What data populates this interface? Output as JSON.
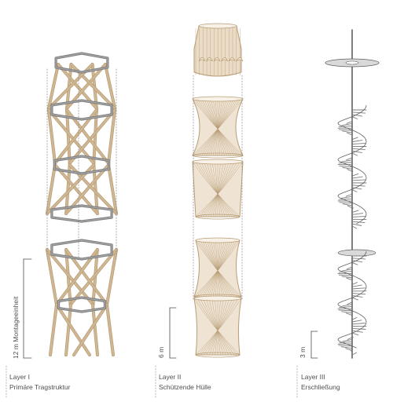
{
  "colors": {
    "timber": "#cfb794",
    "timber_dark": "#b89c75",
    "steel": "#7d7d7d",
    "steel_dark": "#5f5f5f",
    "ink": "#4f4f4f",
    "guide": "#8a8a8a"
  },
  "layers": [
    {
      "name": "Layer I",
      "subtitle": "Primäre Tragstruktur",
      "scale_label": "12 m Montageeinheit"
    },
    {
      "name": "Layer II",
      "subtitle": "Schützende Hülle",
      "scale_label": "6 m"
    },
    {
      "name": "Layer III",
      "subtitle": "Erschließung",
      "scale_label": "3 m"
    }
  ]
}
